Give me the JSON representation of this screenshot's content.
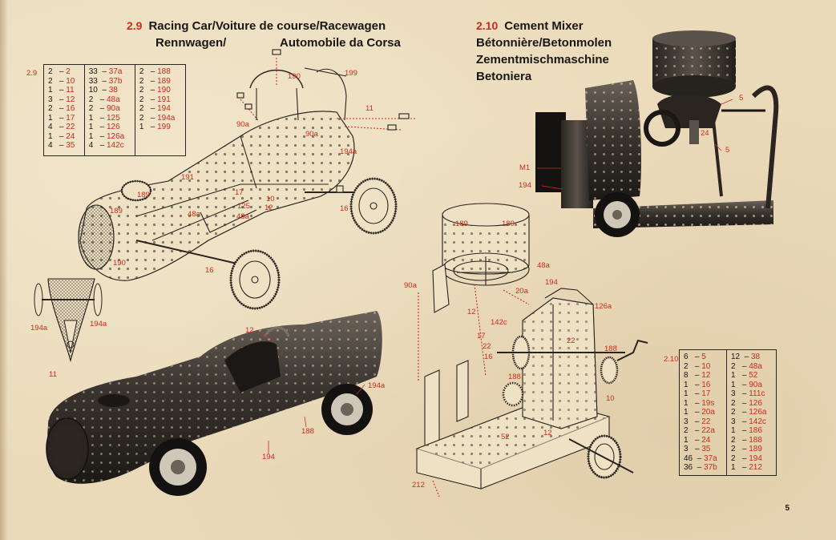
{
  "page_number": "5",
  "racing_car": {
    "section": "2.9",
    "title_line1": "Racing Car/Voiture de course/Racewagen",
    "title_line2a": "Rennwagen/",
    "title_line2b": "Automobile da Corsa",
    "table_ref": "2.9",
    "parts_columns": [
      [
        [
          "2",
          "2"
        ],
        [
          "2",
          "10"
        ],
        [
          "1",
          "11"
        ],
        [
          "3",
          "12"
        ],
        [
          "2",
          "16"
        ],
        [
          "1",
          "17"
        ],
        [
          "4",
          "22"
        ],
        [
          "1",
          "24"
        ],
        [
          "4",
          "35"
        ]
      ],
      [
        [
          "33",
          "37a"
        ],
        [
          "33",
          "37b"
        ],
        [
          "10",
          "38"
        ],
        [
          "2",
          "48a"
        ],
        [
          "2",
          "90a"
        ],
        [
          "1",
          "125"
        ],
        [
          "1",
          "126"
        ],
        [
          "1",
          "126a"
        ],
        [
          "4",
          "142c"
        ]
      ],
      [
        [
          "2",
          "188"
        ],
        [
          "2",
          "189"
        ],
        [
          "2",
          "190"
        ],
        [
          "2",
          "191"
        ],
        [
          "2",
          "194"
        ],
        [
          "2",
          "194a"
        ],
        [
          "1",
          "199"
        ]
      ]
    ],
    "callouts": {
      "c190a": "190",
      "c199": "199",
      "c90a": "90a",
      "c90a2": "90a",
      "c11": "11",
      "c194a": "194a",
      "c191": "191",
      "c189": "189",
      "c17": "17",
      "c10": "10",
      "c12": "12",
      "c16": "16",
      "c189b": "189",
      "c48a": "48a",
      "c125": "125",
      "c48a2": "48a",
      "c190b": "190",
      "c16b": "16",
      "c194a_l": "194a",
      "c194a_r": "194a",
      "c11b": "11",
      "c12c": "12",
      "c194a_photo": "194a",
      "c188": "188",
      "c194": "194"
    }
  },
  "cement_mixer": {
    "section": "2.10",
    "title_line1": "Cement Mixer",
    "title_line2": "Bétonnière/Betonmolen",
    "title_line3": "Zementmischmaschine",
    "title_line4": "Betoniera",
    "table_ref": "2.10",
    "parts_columns": [
      [
        [
          "6",
          "5"
        ],
        [
          "2",
          "10"
        ],
        [
          "8",
          "12"
        ],
        [
          "1",
          "16"
        ],
        [
          "1",
          "17"
        ],
        [
          "1",
          "19s"
        ],
        [
          "1",
          "20a"
        ],
        [
          "3",
          "22"
        ],
        [
          "2",
          "22a"
        ],
        [
          "1",
          "24"
        ],
        [
          "3",
          "35"
        ],
        [
          "46",
          "37a"
        ],
        [
          "36",
          "37b"
        ]
      ],
      [
        [
          "12",
          "38"
        ],
        [
          "2",
          "48a"
        ],
        [
          "1",
          "52"
        ],
        [
          "1",
          "90a"
        ],
        [
          "3",
          "111c"
        ],
        [
          "2",
          "126"
        ],
        [
          "2",
          "126a"
        ],
        [
          "3",
          "142c"
        ],
        [
          "1",
          "186"
        ],
        [
          "2",
          "188"
        ],
        [
          "2",
          "189"
        ],
        [
          "2",
          "194"
        ],
        [
          "1",
          "212"
        ]
      ]
    ],
    "callouts": {
      "m5": "5",
      "m24": "24",
      "m5b": "5",
      "m_m1": "M1",
      "m194": "194",
      "m189": "189",
      "m189b": "189",
      "m48a": "48a",
      "m90a": "90a",
      "m20a": "20a",
      "m12": "12",
      "m17": "17",
      "m194b": "194",
      "m126a": "126a",
      "m142c": "142c",
      "m22": "22",
      "m16": "16",
      "m22b": "22",
      "m188": "188",
      "m188b": "188",
      "m10": "10",
      "m52": "52",
      "m12b": "12",
      "m212": "212"
    }
  }
}
